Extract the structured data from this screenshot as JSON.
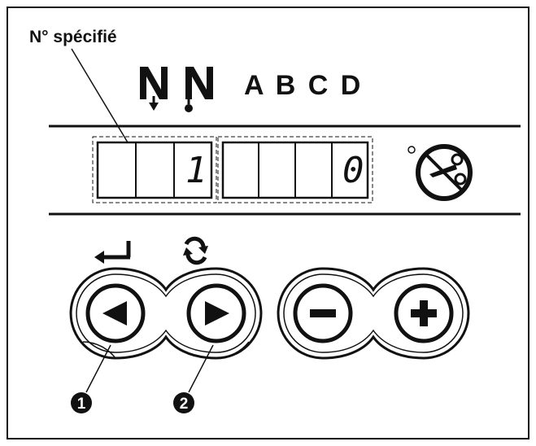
{
  "label_specified": "N° spécifié",
  "mode_letters": "A B C D",
  "display": {
    "left_digits": [
      "",
      "",
      "1"
    ],
    "right_digits": [
      "",
      "",
      "",
      "0"
    ]
  },
  "callouts": [
    "1",
    "2"
  ],
  "icons": [
    "enter-icon",
    "refresh-icon",
    "left-arrow-icon",
    "right-arrow-icon",
    "minus-icon",
    "plus-icon",
    "thread-trimmer-icon",
    "down-arrow-n-icon",
    "bobbin-n-icon"
  ],
  "colors": {
    "ink": "#111111",
    "background": "#ffffff"
  }
}
